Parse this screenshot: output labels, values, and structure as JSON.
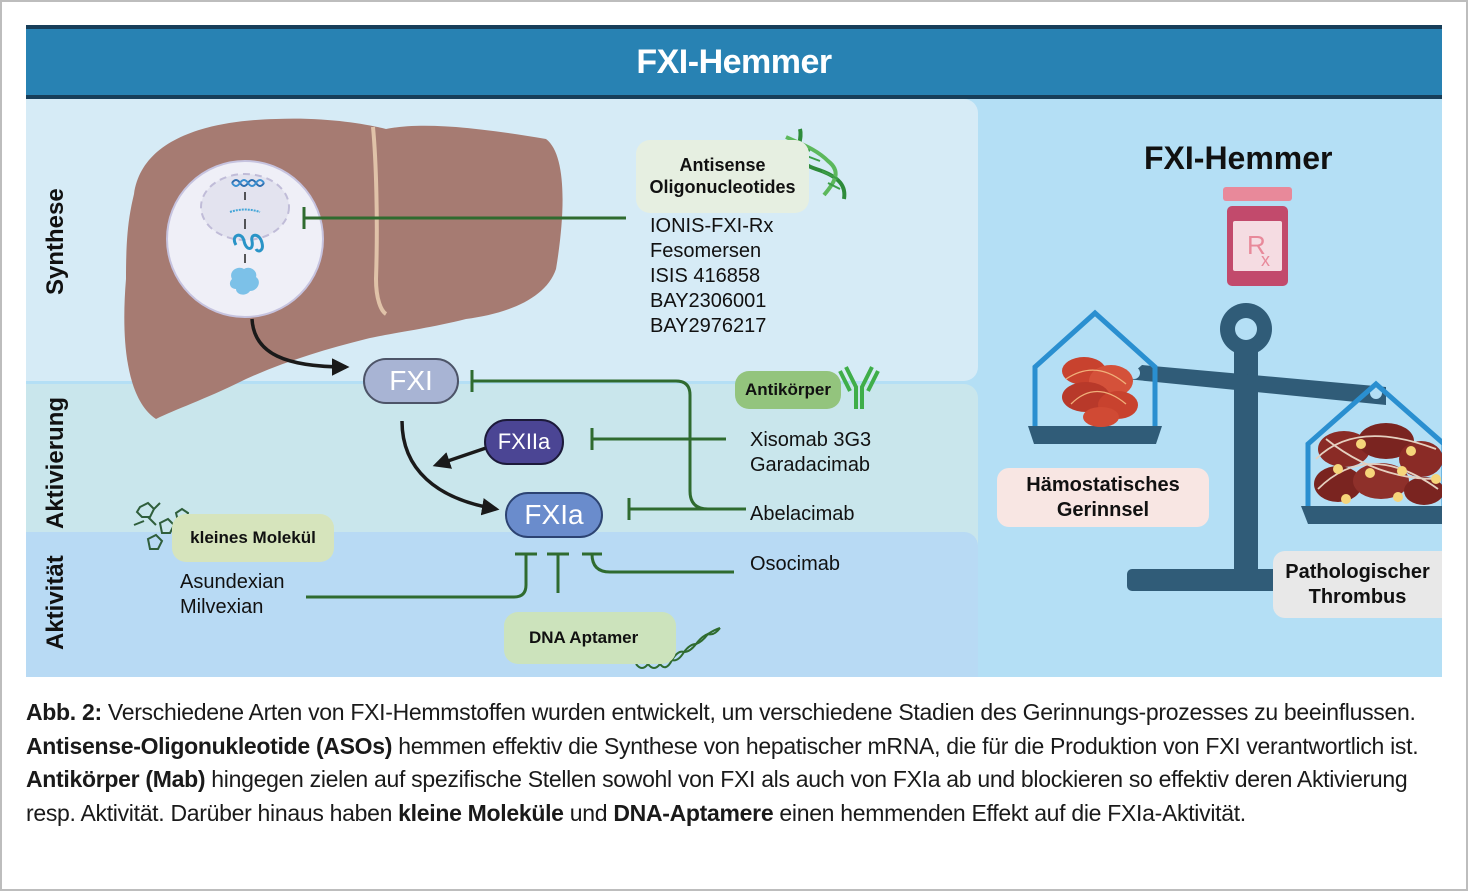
{
  "header": {
    "title": "FXI-Hemmer"
  },
  "stages": {
    "synthese": "Synthese",
    "aktivierung": "Aktivierung",
    "aktivitaet": "Aktivität"
  },
  "factors": {
    "fxi": "FXI",
    "fxiia": "FXIIa",
    "fxia": "FXIa"
  },
  "inhibitor_classes": {
    "aso": {
      "label_line1": "Antisense",
      "label_line2": "Oligonucleotides",
      "icon": "dna-helix-icon",
      "drugs": [
        "IONIS-FXI-Rx",
        "Fesomersen",
        "ISIS 416858",
        "BAY2306001",
        "BAY2976217"
      ]
    },
    "antibody": {
      "label": "Antikörper",
      "icon": "antibody-icon",
      "drugs_fxiia": [
        "Xisomab 3G3",
        "Garadacimab"
      ],
      "drug_fxi_fxia": "Abelacimab",
      "drug_fxia": "Osocimab"
    },
    "small_molecule": {
      "label": "kleines Molekül",
      "icon": "molecule-icon",
      "drugs": [
        "Asundexian",
        "Milvexian"
      ]
    },
    "aptamer": {
      "label": "DNA Aptamer",
      "icon": "dna-strand-icon"
    }
  },
  "balance": {
    "title": "FXI-Hemmer",
    "drug_icon": "rx-bottle-icon",
    "left_label_line1": "Hämostatisches",
    "left_label_line2": "Gerinnsel",
    "right_label_line1": "Pathologischer",
    "right_label_line2": "Thrombus"
  },
  "colors": {
    "banner": "#2882b3",
    "inhibition_line": "#2f6b2f",
    "fxi": "#a8b4d4",
    "fxiia": "#4b4594",
    "fxia": "#6a8ccc",
    "scale": "#305c78"
  },
  "caption": {
    "label": "Abb. 2:",
    "t1": " Verschiedene Arten von FXI-Hemmstoffen wurden entwickelt, um verschiedene Stadien des Gerinnungs-prozesses zu beeinflussen. ",
    "b1": "Antisense-Oligonukleotide (ASOs)",
    "t2": " hemmen effektiv die Synthese von hepatischer mRNA, die für die Produktion von FXI verantwortlich ist. ",
    "b2": "Antikörper (Mab)",
    "t3": " hingegen zielen auf spezifische Stellen sowohl von FXI als auch von FXIa ab und blockieren so effektiv deren Aktivierung resp. Aktivität. Darüber hinaus haben ",
    "b3": "kleine Moleküle",
    "t4": " und ",
    "b4": "DNA-Aptamere",
    "t5": " einen hemmenden Effekt auf die FXIa-Aktivität."
  }
}
